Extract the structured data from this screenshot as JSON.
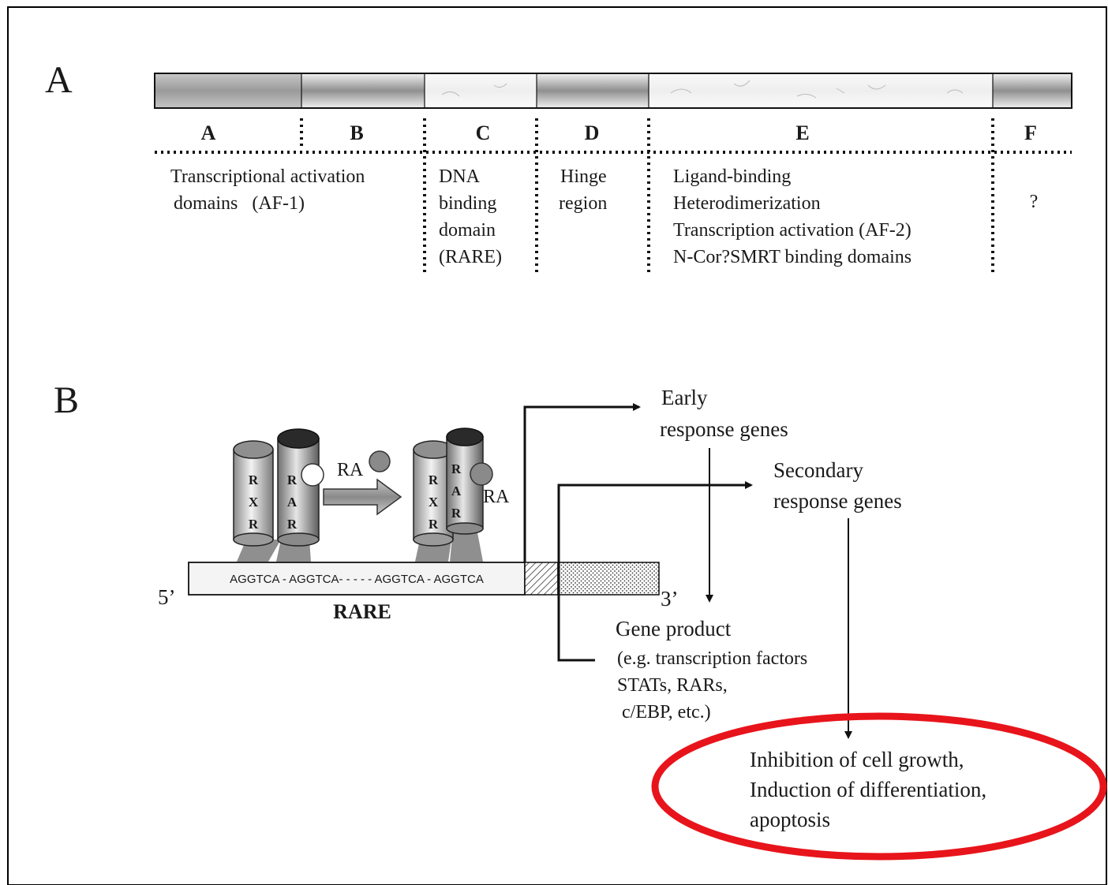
{
  "panel_a": {
    "label": "A",
    "domains": [
      {
        "letter": "A"
      },
      {
        "letter": "B"
      },
      {
        "letter": "C"
      },
      {
        "letter": "D"
      },
      {
        "letter": "E"
      },
      {
        "letter": "F"
      }
    ],
    "descriptions": {
      "ab": [
        "Transcriptional activation",
        "domains   (AF-1)"
      ],
      "c": [
        "DNA",
        "binding",
        "domain",
        "(RARE)"
      ],
      "d": [
        "Hinge",
        "region"
      ],
      "e": [
        "Ligand-binding",
        "Heterodimerization",
        "Transcription activation (AF-2)",
        "N-Cor?SMRT binding domains"
      ],
      "f": [
        "?"
      ]
    }
  },
  "panel_b": {
    "label": "B",
    "receptor_left": [
      "R",
      "X",
      "R"
    ],
    "receptor_right": [
      "R",
      "A",
      "R"
    ],
    "ligand_label_1": "RA",
    "ligand_label_2": "RA",
    "sequence": "AGGTCA - AGGTCA- - - - - AGGTCA - AGGTCA",
    "five_prime": "5’",
    "three_prime": "3’",
    "rare_label": "RARE",
    "early": [
      "Early",
      "response genes"
    ],
    "secondary": [
      "Secondary",
      "response genes"
    ],
    "gene_product": {
      "title": "Gene product",
      "details": [
        "(e.g. transcription factors",
        "STATs, RARs,",
        " c/EBP, etc.)"
      ]
    },
    "outcome": [
      "Inhibition of cell growth,",
      "Induction of differentiation,",
      "apoptosis"
    ],
    "highlight_color": "#e8141b"
  }
}
